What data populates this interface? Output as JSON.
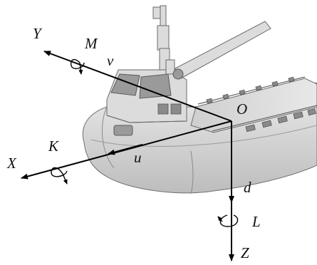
{
  "axes": {
    "X": "X",
    "Y": "Y",
    "Z": "Z",
    "origin": "O"
  },
  "velocities": {
    "u": "u",
    "v": "v",
    "d": "d"
  },
  "moments": {
    "K": "K",
    "M": "M",
    "L": "L"
  },
  "colors": {
    "axis": "#000000",
    "hull": "#d8d8d8",
    "background": "#ffffff"
  }
}
